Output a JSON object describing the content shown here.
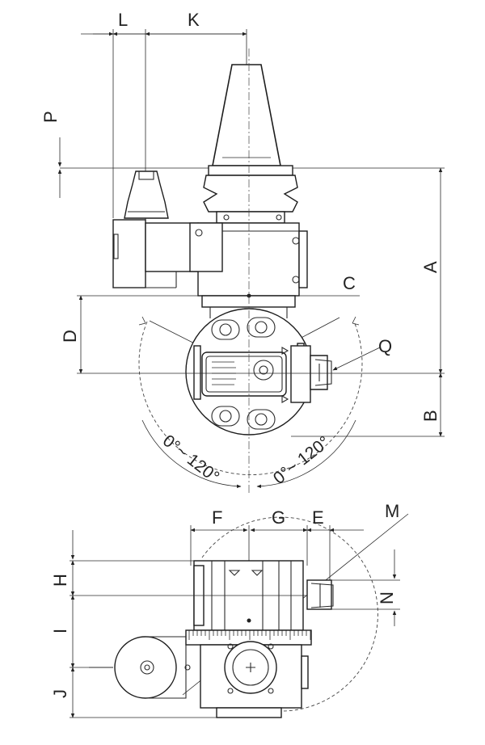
{
  "labels": {
    "L": "L",
    "K": "K",
    "P": "P",
    "A": "A",
    "B": "B",
    "C": "C",
    "D": "D",
    "Q": "Q",
    "F": "F",
    "G": "G",
    "E": "E",
    "M": "M",
    "H": "H",
    "I": "I",
    "J": "J",
    "N": "N"
  },
  "angles": {
    "left": "0°~ 120°",
    "right": "0°~ 120°"
  },
  "colors": {
    "line": "#2a2a2a",
    "background": "#ffffff"
  }
}
